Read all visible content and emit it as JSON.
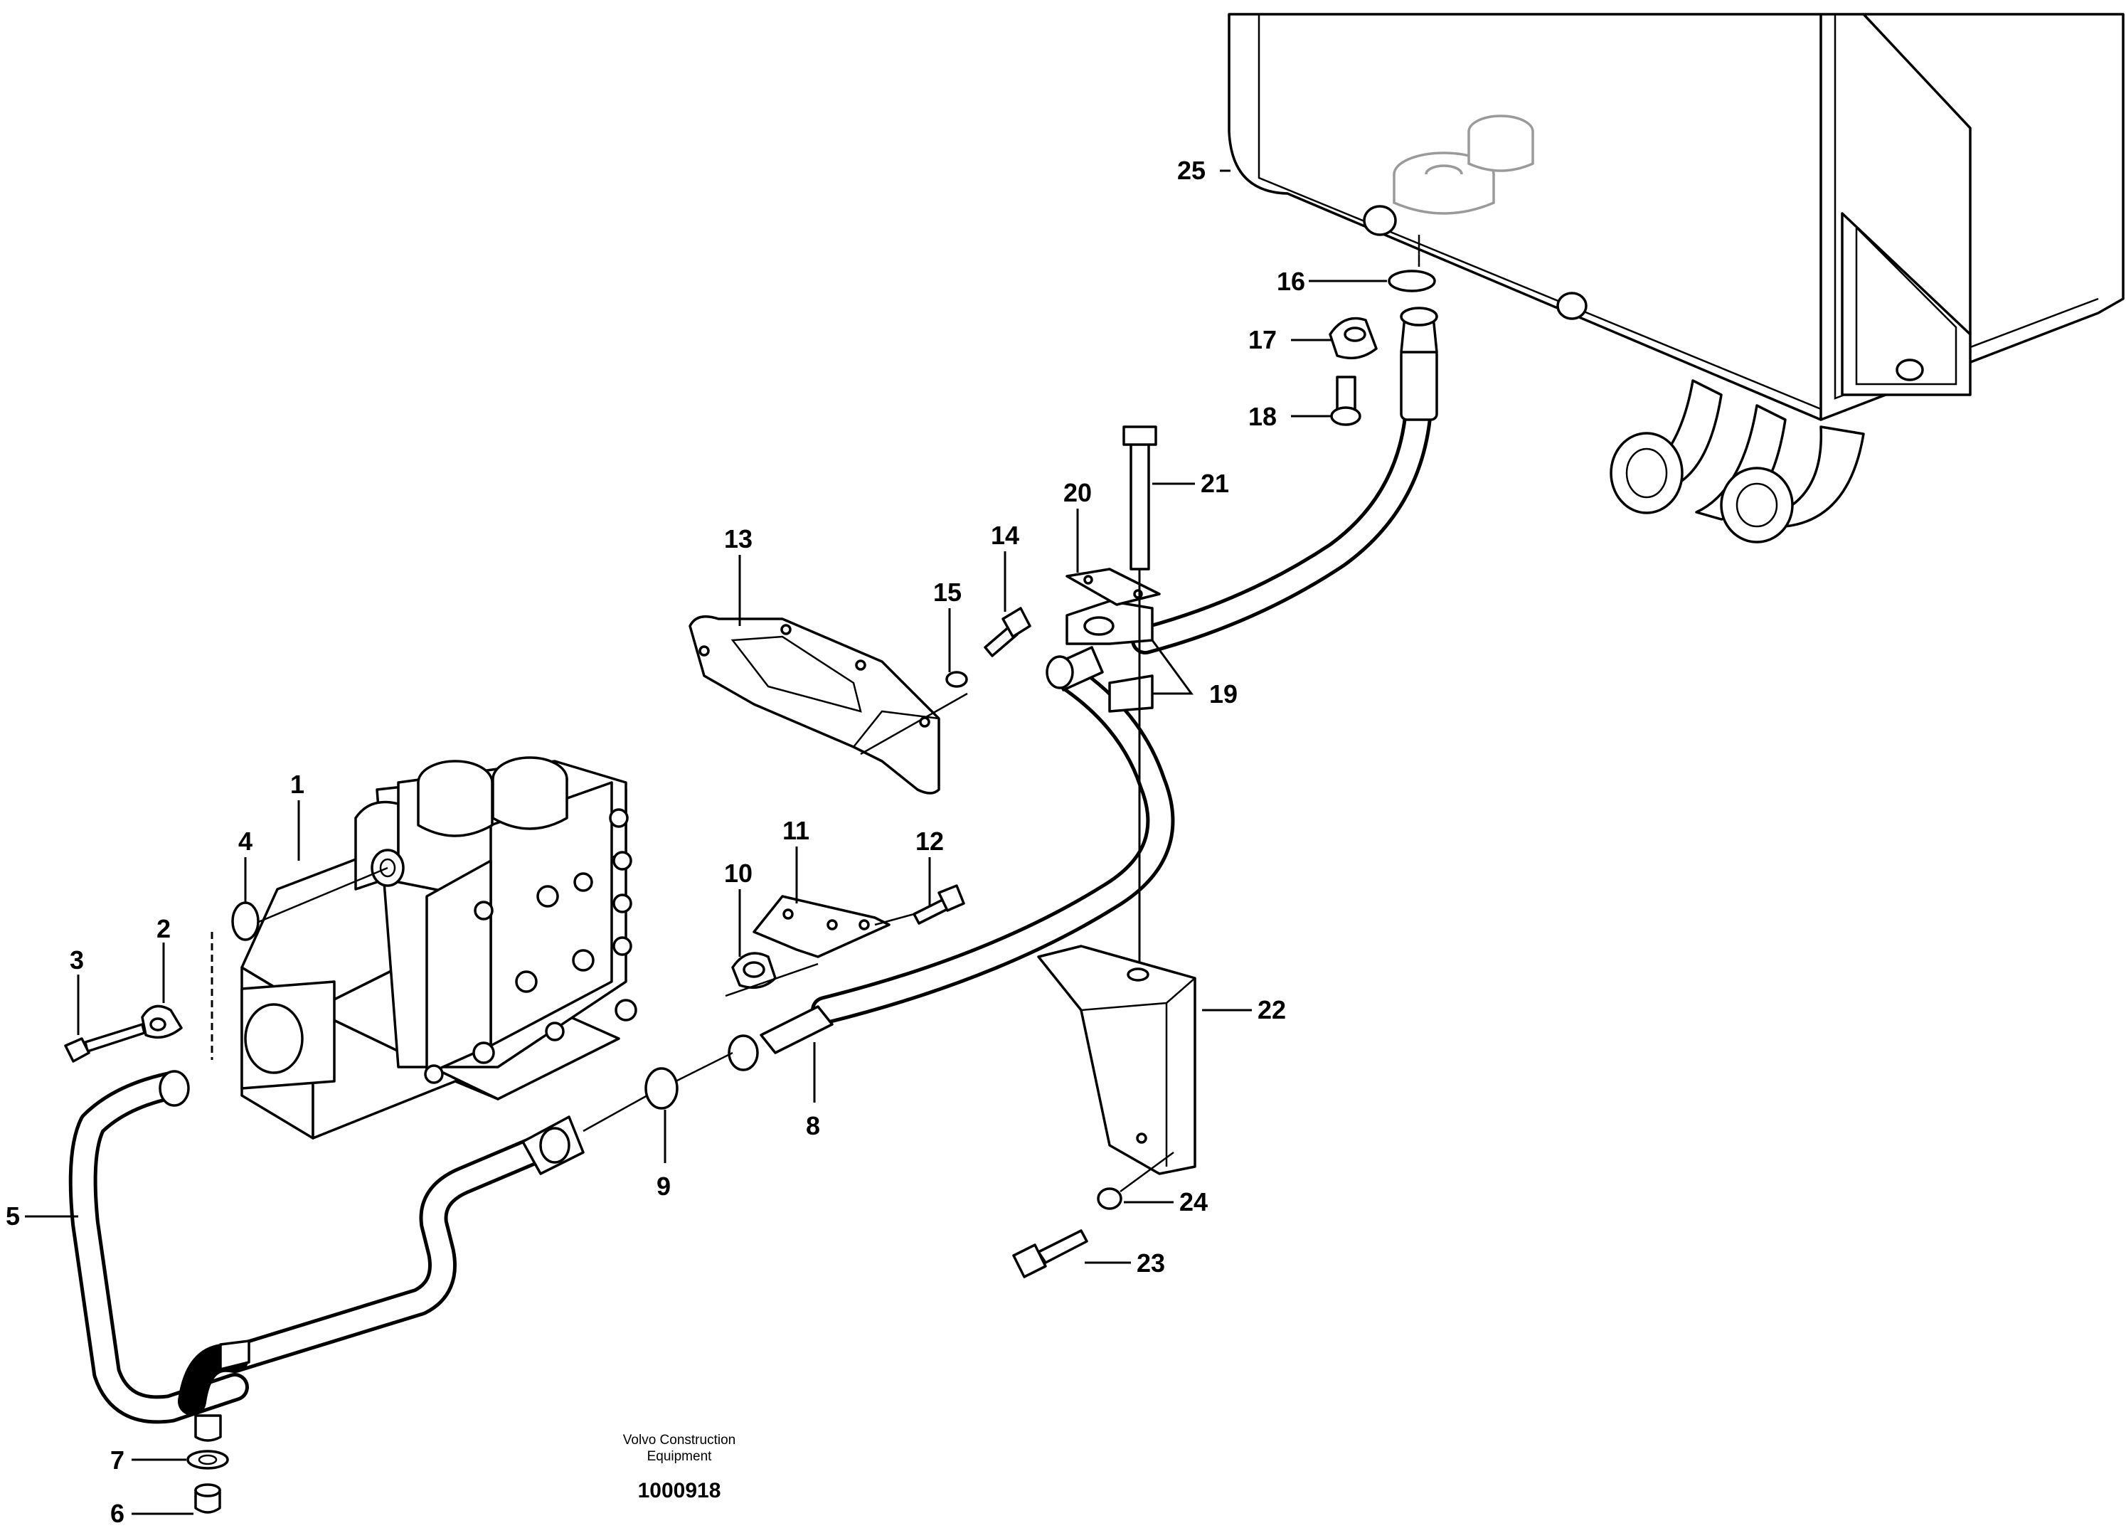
{
  "callouts": {
    "c1": "1",
    "c2": "2",
    "c3": "3",
    "c4": "4",
    "c5": "5",
    "c6": "6",
    "c7": "7",
    "c8": "8",
    "c9": "9",
    "c10": "10",
    "c11": "11",
    "c12": "12",
    "c13": "13",
    "c14": "14",
    "c15": "15",
    "c16": "16",
    "c17": "17",
    "c18": "18",
    "c19": "19",
    "c20": "20",
    "c21": "21",
    "c22": "22",
    "c23": "23",
    "c24": "24",
    "c25": "25"
  },
  "footer": {
    "maker_line1": "Volvo Construction",
    "maker_line2": "Equipment",
    "figure_number": "1000918"
  }
}
